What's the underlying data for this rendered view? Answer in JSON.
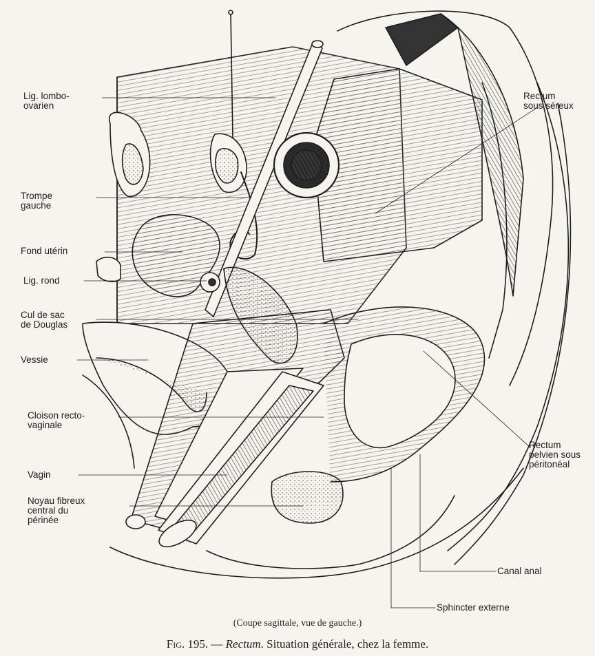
{
  "labels": {
    "lig_lombo": {
      "l1": "Lig. lombo-",
      "l2": "ovarien"
    },
    "trompe": {
      "l1": "Trompe",
      "l2": "gauche"
    },
    "fond": {
      "l1": "Fond utérin"
    },
    "lig_rond": {
      "l1": "Lig. rond"
    },
    "cul_de_sac": {
      "l1": "Cul de sac",
      "l2": "de Douglas"
    },
    "vessie": {
      "l1": "Vessie"
    },
    "cloison": {
      "l1": "Cloison recto-",
      "l2": "vaginale"
    },
    "vagin": {
      "l1": "Vagin"
    },
    "noyau": {
      "l1": "Noyau fibreux",
      "l2": "central du",
      "l3": "périnée"
    },
    "rectum_sous_sereux": {
      "l1": "Rectum",
      "l2": "sous séreux"
    },
    "rectum_pelvien": {
      "l1": "Rectum",
      "l2": "pelvien sous",
      "l3": "péritonéal"
    },
    "canal_anal": {
      "l1": "Canal anal"
    },
    "sphincter": {
      "l1": "Sphincter externe"
    }
  },
  "caption": {
    "sub": "(Coupe sagittale, vue de gauche.)",
    "fig": "Fig. 195. —",
    "italic": "Rectum",
    "rest": ". Situation générale, chez la femme."
  }
}
